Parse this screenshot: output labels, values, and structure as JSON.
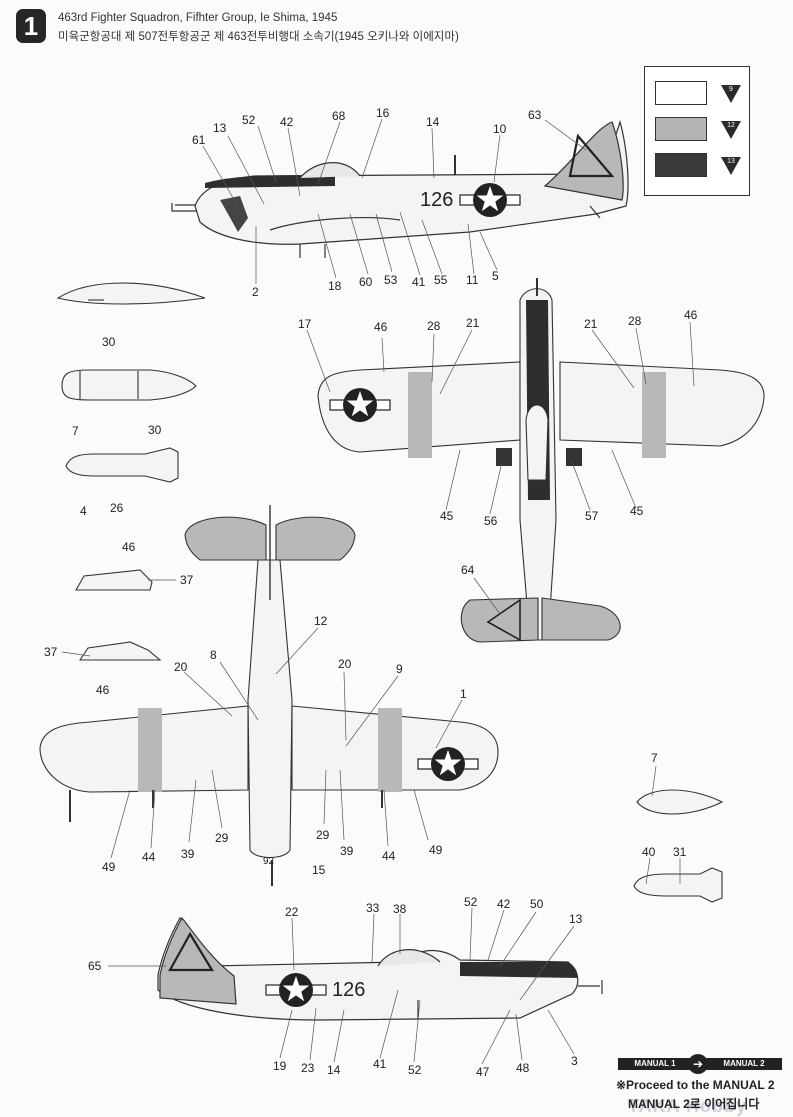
{
  "header": {
    "step_number": "1",
    "title": "463rd Fighter Squadron, Fifhter Group, Ie Shima, 1945",
    "subtitle": "미육군항공대 제 507전투항공군 제 463전투비행대 소속기(1945 오키나와 이에지마)"
  },
  "legend": {
    "items": [
      {
        "color": "#ffffff",
        "paint_no": "9"
      },
      {
        "color": "#b4b4b4",
        "paint_no": "12"
      },
      {
        "color": "#3a3a3a",
        "paint_no": "13"
      }
    ]
  },
  "aircraft": {
    "side_code": "126",
    "tail_code": "126",
    "belly_code": "92",
    "insignia": "US star & bar"
  },
  "callouts": {
    "c61": "61",
    "c13a": "13",
    "c52a": "52",
    "c42a": "42",
    "c68": "68",
    "c16": "16",
    "c14a": "14",
    "c10": "10",
    "c63": "63",
    "c2": "2",
    "c18": "18",
    "c60": "60",
    "c53": "53",
    "c41a": "41",
    "c55": "55",
    "c11": "11",
    "c5": "5",
    "c30a": "30",
    "c30b": "30",
    "c7a": "7",
    "c4": "4",
    "c26": "26",
    "c17": "17",
    "c46a": "46",
    "c28a": "28",
    "c21a": "21",
    "c21b": "21",
    "c28b": "28",
    "c46b": "46",
    "c45a": "45",
    "c56": "56",
    "c57": "57",
    "c45b": "45",
    "c46c": "46",
    "c37a": "37",
    "c37b": "37",
    "c46d": "46",
    "c64": "64",
    "c12": "12",
    "c8": "8",
    "c20a": "20",
    "c20b": "20",
    "c9": "9",
    "c1": "1",
    "c49a": "49",
    "c44a": "44",
    "c39a": "39",
    "c29a": "29",
    "c29b": "29",
    "c39b": "39",
    "c44b": "44",
    "c49b": "49",
    "c15": "15",
    "c7b": "7",
    "c40": "40",
    "c31": "31",
    "c22": "22",
    "c33": "33",
    "c38": "38",
    "c52b": "52",
    "c42b": "42",
    "c50": "50",
    "c13b": "13",
    "c65": "65",
    "c19": "19",
    "c23": "23",
    "c14b": "14",
    "c41b": "41",
    "c52c": "52",
    "c47": "47",
    "c48": "48",
    "c3": "3"
  },
  "footer": {
    "manual1": "MANUAL 1",
    "manual2": "MANUAL 2",
    "arrow": "➔",
    "note_en": "※Proceed to the MANUAL 2",
    "note_ko": "MANUAL 2로 이어집니다",
    "watermark": "TAKA Hobby"
  }
}
